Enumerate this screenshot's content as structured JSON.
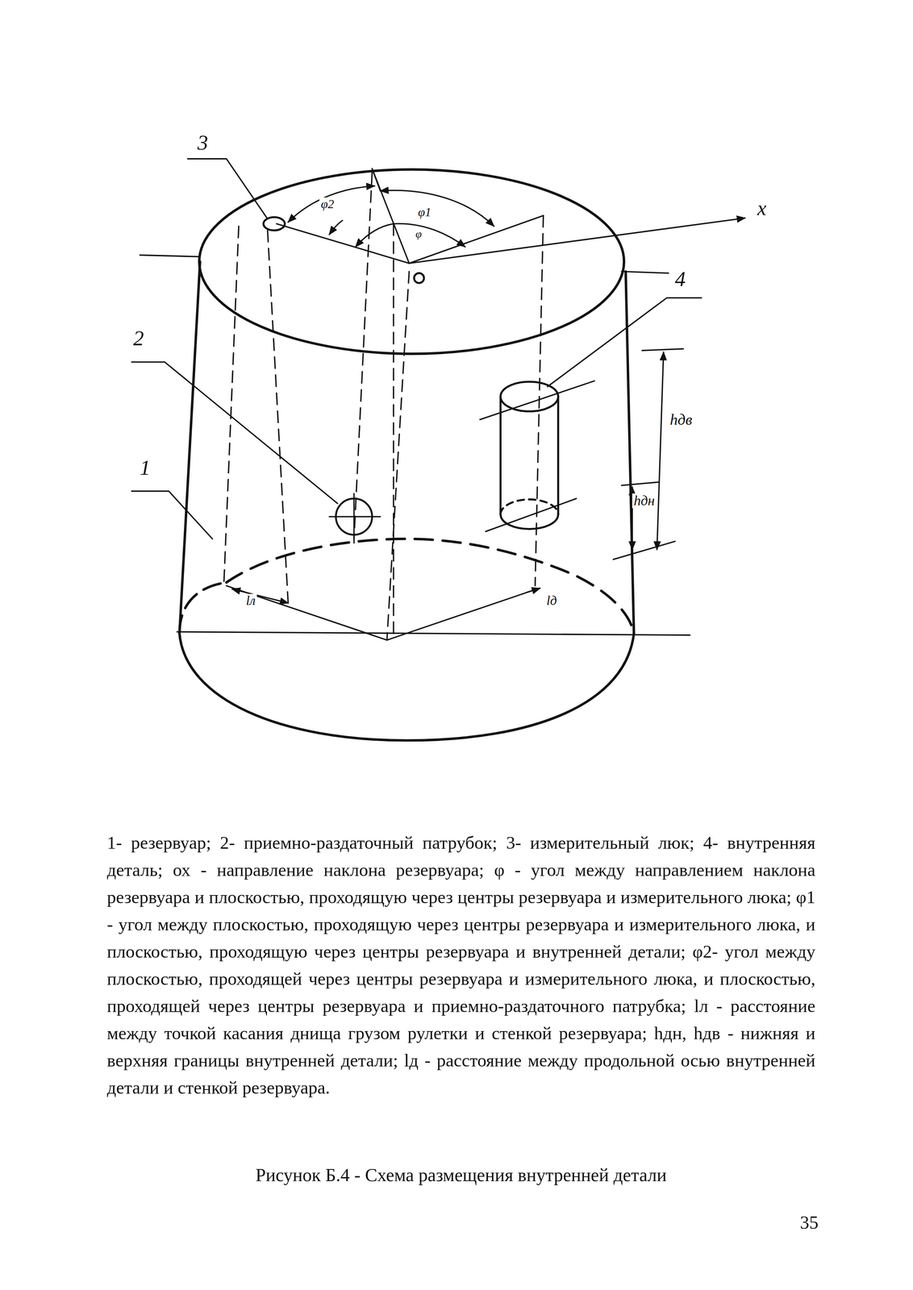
{
  "diagram": {
    "caption": "Рисунок Б.4 - Схема размещения внутренней детали",
    "labels": [
      "3",
      "φ2",
      "φ1",
      "φ",
      "x",
      "4",
      "2",
      "hдв",
      "1",
      "hдн",
      "lл",
      "lд",
      "1- резервуар; 2- приемно-раздаточный патрубок; 3- измерительный люк; 4- внутренняя деталь; ох - направление наклона резервуара; φ - угол между направлением наклона резервуара и плоскостью, проходящую через центры резервуара и измерительного люка; φ1 - угол между плоскостью, проходящую через центры резервуара и измерительного люка, и плоскостью, проходящую через центры резервуара и внутренней детали; φ2- угол между плоскостью, проходящей через центры резервуара и измерительного люка, и плоскостью, проходящей через центры резервуара и приемно-раздаточного патрубка; lл - расстояние между точкой касания днища грузом рулетки и стенкой резервуара; hдн, hдв - нижняя и верхняя границы внутренней детали; lд - расстояние между продольной осью внутренней детали и стенкой резервуара.",
      "35"
    ]
  }
}
